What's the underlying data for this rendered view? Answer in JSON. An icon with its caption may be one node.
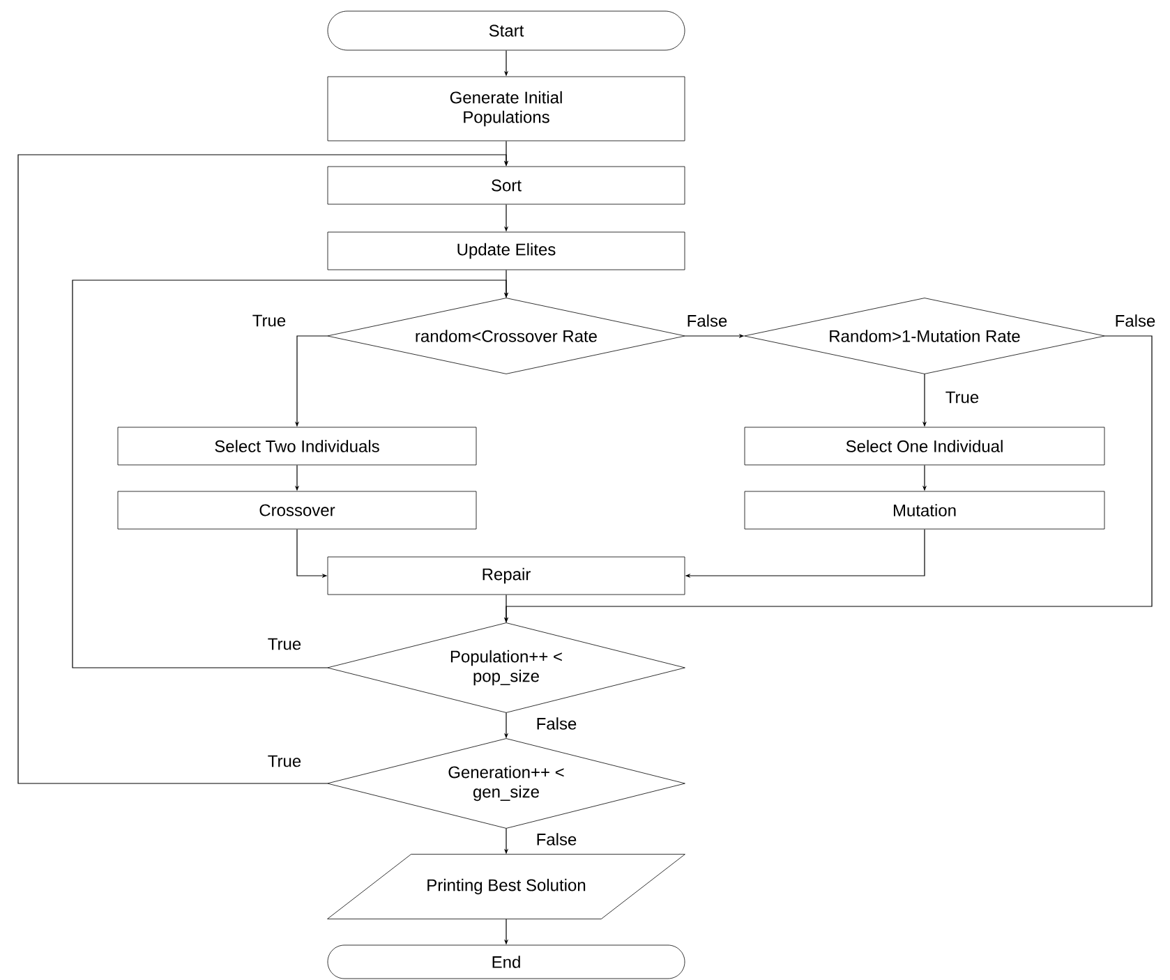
{
  "diagram": {
    "nodes": [
      {
        "text": [
          "Start"
        ]
      },
      {
        "text": [
          "Generate Initial Populations"
        ]
      },
      {
        "text": [
          "Sort"
        ]
      },
      {
        "text": [
          "Update Elites"
        ]
      },
      {
        "text": [
          "random<Crossover Rate"
        ]
      },
      {
        "text": [
          "Random>1-Mutation Rate"
        ]
      },
      {
        "text": [
          "Select  Two Individuals"
        ]
      },
      {
        "text": [
          "Crossover"
        ]
      },
      {
        "text": [
          "Select  One Individual"
        ]
      },
      {
        "text": [
          "Mutation"
        ]
      },
      {
        "text": [
          "Repair"
        ]
      },
      {
        "text": [
          "Population++ < pop_size"
        ]
      },
      {
        "text": [
          "Generation++ < gen_size"
        ]
      },
      {
        "text": [
          "Printing Best Solution"
        ]
      },
      {
        "text": [
          "End"
        ]
      }
    ],
    "edges": [
      {
        "from": 0,
        "to": 1,
        "arrow": "to"
      },
      {
        "from": 1,
        "to": 2,
        "arrow": "to"
      },
      {
        "from": 2,
        "to": 3,
        "arrow": "to"
      },
      {
        "from": 3,
        "to": 4,
        "arrow": "to"
      },
      {
        "from": 4,
        "to": 6,
        "arrow": "to",
        "label": "True"
      },
      {
        "from": 4,
        "to": 5,
        "arrow": "to",
        "label": "False"
      },
      {
        "from": 5,
        "to": 8,
        "arrow": "to",
        "label": "True"
      },
      {
        "from": 5,
        "to": 11,
        "arrow": "to",
        "label": "False"
      },
      {
        "from": 6,
        "to": 7,
        "arrow": "to"
      },
      {
        "from": 7,
        "to": 10,
        "arrow": "to"
      },
      {
        "from": 8,
        "to": 9,
        "arrow": "to"
      },
      {
        "from": 9,
        "to": 10,
        "arrow": "to"
      },
      {
        "from": 10,
        "to": 11,
        "arrow": "to"
      },
      {
        "from": 11,
        "to": 4,
        "arrow": "to",
        "label": "True"
      },
      {
        "from": 11,
        "to": 12,
        "arrow": "to",
        "label": "False"
      },
      {
        "from": 12,
        "to": 2,
        "arrow": "to",
        "label": "True"
      },
      {
        "from": 12,
        "to": 13,
        "arrow": "to",
        "label": "False"
      },
      {
        "from": 13,
        "to": 14,
        "arrow": "to"
      }
    ]
  }
}
